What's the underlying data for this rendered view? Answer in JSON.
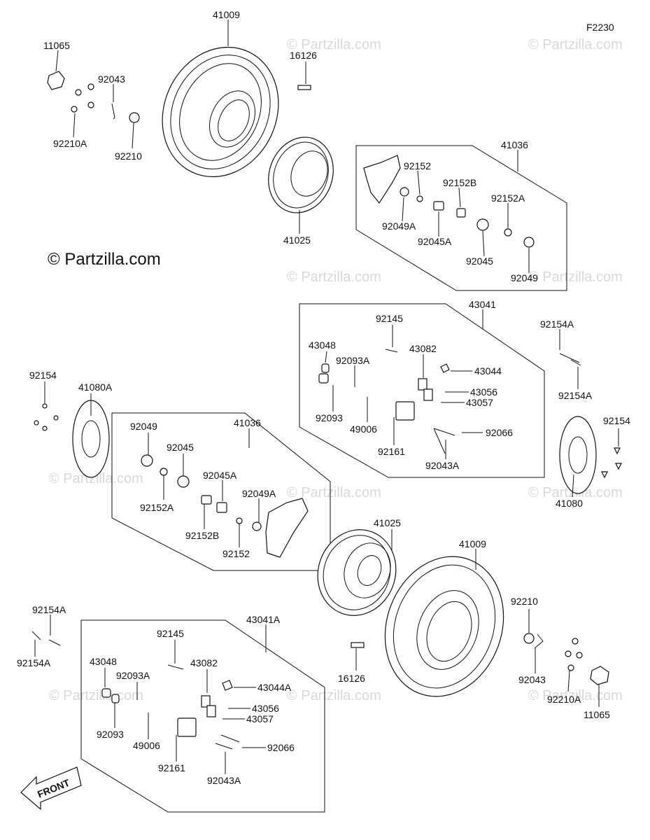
{
  "figure_code": "F2230",
  "copyright": "© Partzilla.com",
  "watermark": "© Partzilla.com",
  "front_arrow": "FRONT",
  "labels": {
    "tr_41009": "41009",
    "tr_16126": "16126",
    "tr_11065": "11065",
    "tr_92043": "92043",
    "tr_92210A": "92210A",
    "tr_92210": "92210",
    "tr_41025": "41025",
    "g1_41036": "41036",
    "g1_92152": "92152",
    "g1_92152B": "92152B",
    "g1_92152A": "92152A",
    "g1_92049A": "92049A",
    "g1_92045A": "92045A",
    "g1_92045": "92045",
    "g1_92049": "92049",
    "c1_43041": "43041",
    "c1_92145": "92145",
    "c1_43048": "43048",
    "c1_43082": "43082",
    "c1_92093A": "92093A",
    "c1_43044": "43044",
    "c1_43056": "43056",
    "c1_43057": "43057",
    "c1_92093": "92093",
    "c1_49006": "49006",
    "c1_92161": "92161",
    "c1_92066": "92066",
    "c1_92043A": "92043A",
    "r_92154A_a": "92154A",
    "r_92154A_b": "92154A",
    "r_92154": "92154",
    "r_41080": "41080",
    "l_92154": "92154",
    "l_41080A": "41080A",
    "g2_41036": "41036",
    "g2_92049": "92049",
    "g2_92045": "92045",
    "g2_92152A": "92152A",
    "g2_92045A": "92045A",
    "g2_92049A": "92049A",
    "g2_92152B": "92152B",
    "g2_92152": "92152",
    "b_41025": "41025",
    "b_41009": "41009",
    "b_92210": "92210",
    "b_16126": "16126",
    "b_92043": "92043",
    "b_92210A": "92210A",
    "b_11065": "11065",
    "bl_92154A_a": "92154A",
    "bl_92154A_b": "92154A",
    "c2_43041A": "43041A",
    "c2_92145": "92145",
    "c2_43048": "43048",
    "c2_43082": "43082",
    "c2_92093A": "92093A",
    "c2_43044A": "43044A",
    "c2_43056": "43056",
    "c2_43057": "43057",
    "c2_92093": "92093",
    "c2_49006": "49006",
    "c2_92161": "92161",
    "c2_92066": "92066",
    "c2_92043A": "92043A"
  }
}
